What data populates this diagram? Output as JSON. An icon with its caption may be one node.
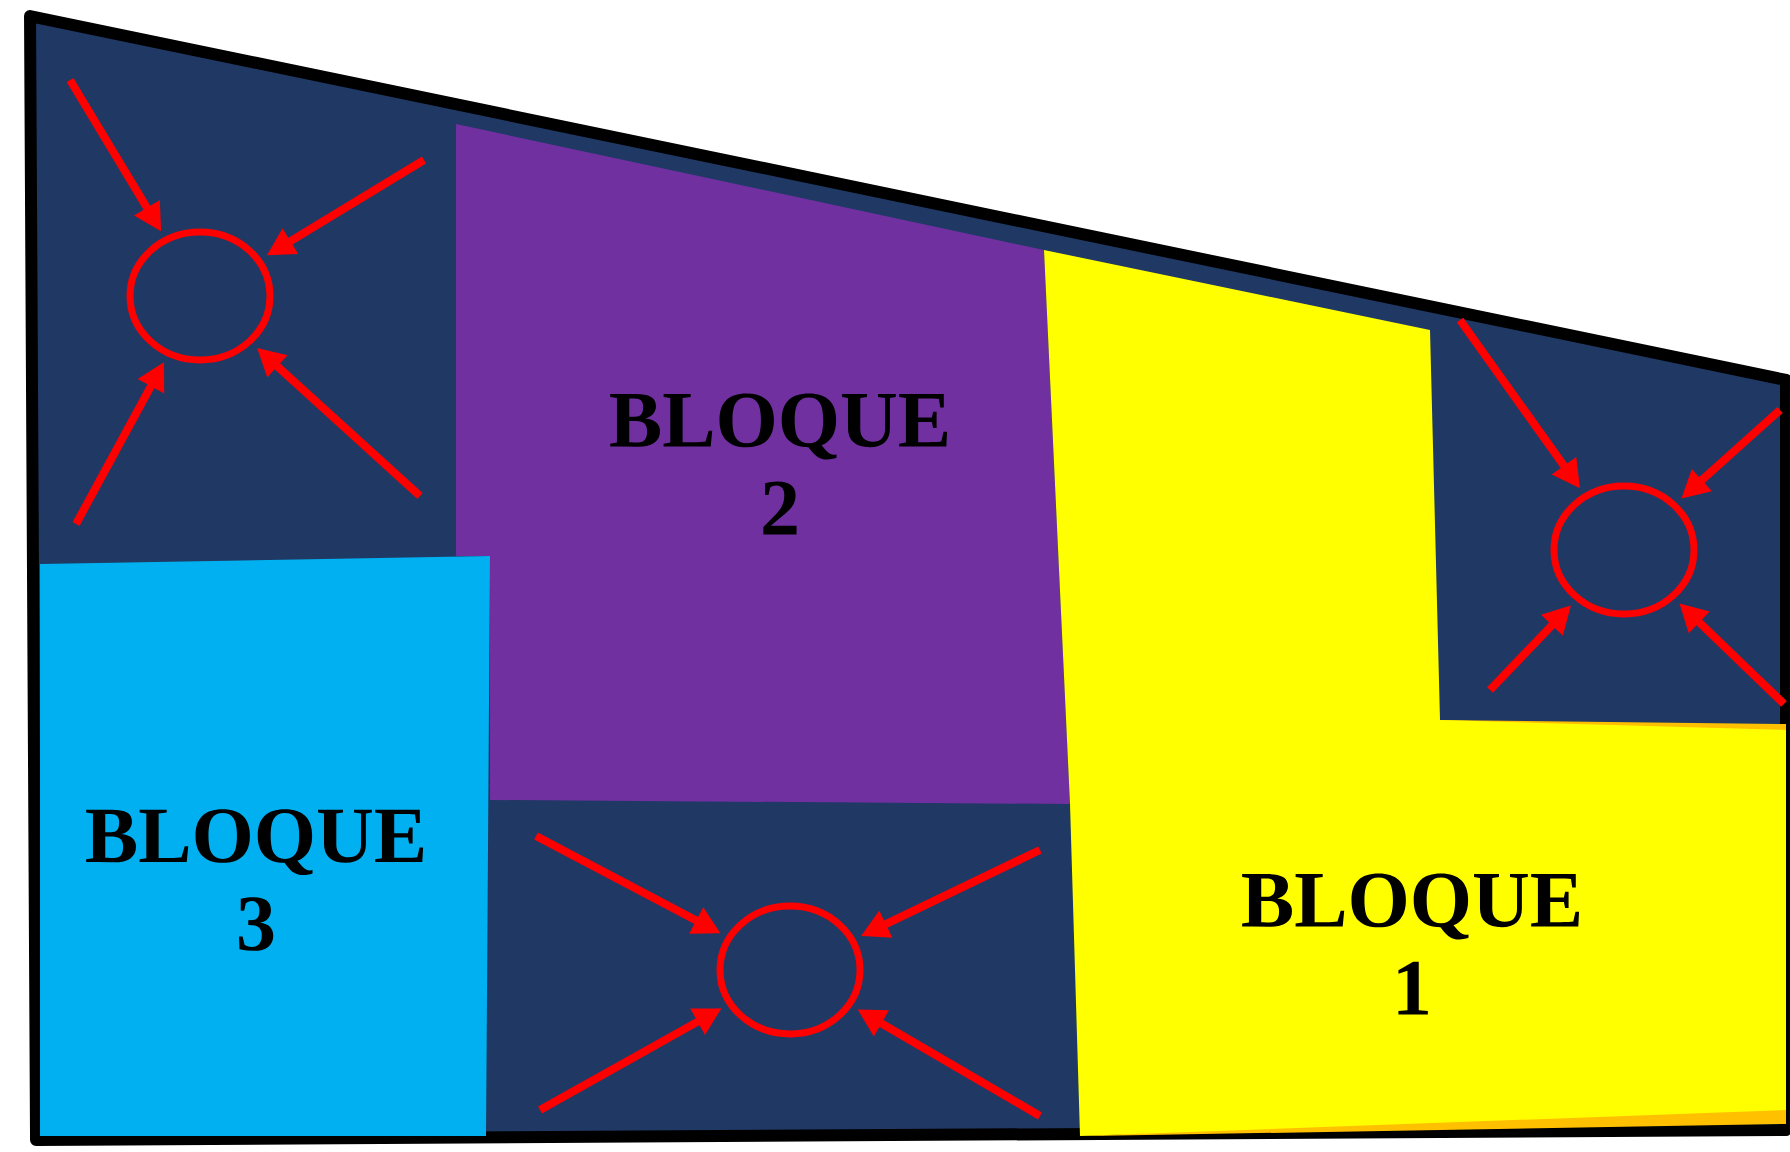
{
  "diagram": {
    "nodes": [
      {
        "text": [],
        "shape": "circle"
      },
      {
        "text": [
          "BLOQUE 2"
        ]
      },
      {
        "text": [],
        "shape": "circle"
      },
      {
        "text": [
          "BLOQUE 3"
        ]
      },
      {
        "text": [
          "BLOQUE 1"
        ]
      },
      {
        "text": [],
        "shape": "circle"
      }
    ],
    "edges": [
      {
        "from": null,
        "to": 0,
        "arrow": "to"
      },
      {
        "from": null,
        "to": 0,
        "arrow": "to"
      },
      {
        "from": null,
        "to": 0,
        "arrow": "to"
      },
      {
        "from": null,
        "to": 0,
        "arrow": "to"
      },
      {
        "from": null,
        "to": 2,
        "arrow": "to"
      },
      {
        "from": null,
        "to": 2,
        "arrow": "to"
      },
      {
        "from": null,
        "to": 2,
        "arrow": "to"
      },
      {
        "from": null,
        "to": 2,
        "arrow": "to"
      },
      {
        "from": null,
        "to": 5,
        "arrow": "to"
      },
      {
        "from": null,
        "to": 5,
        "arrow": "to"
      },
      {
        "from": null,
        "to": 5,
        "arrow": "to"
      },
      {
        "from": null,
        "to": 5,
        "arrow": "to"
      }
    ]
  }
}
